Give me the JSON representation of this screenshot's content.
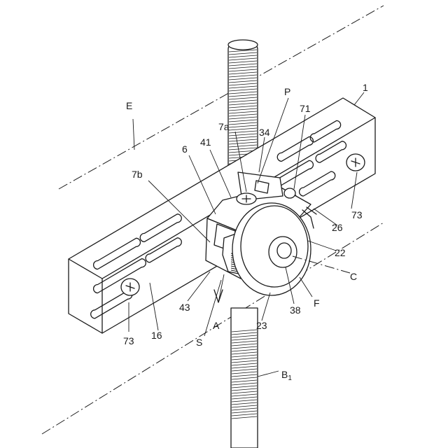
{
  "labels": {
    "plate": "1",
    "rod_axis": "E",
    "clip_upper": "7a",
    "ring": "34",
    "point": "P",
    "screw_head": "71",
    "spring": "41",
    "holder": "6",
    "clip_lower": "7b",
    "body_top": "26",
    "body_side": "22",
    "screw_right": "73",
    "screw_left": "73",
    "slots": "16",
    "lower_tab": "43",
    "arrow": "A",
    "s_part": "S",
    "cover": "23",
    "hub": "38",
    "face": "F",
    "axis_c": "C",
    "rod_b": "B",
    "rod_b_sub": "1"
  }
}
